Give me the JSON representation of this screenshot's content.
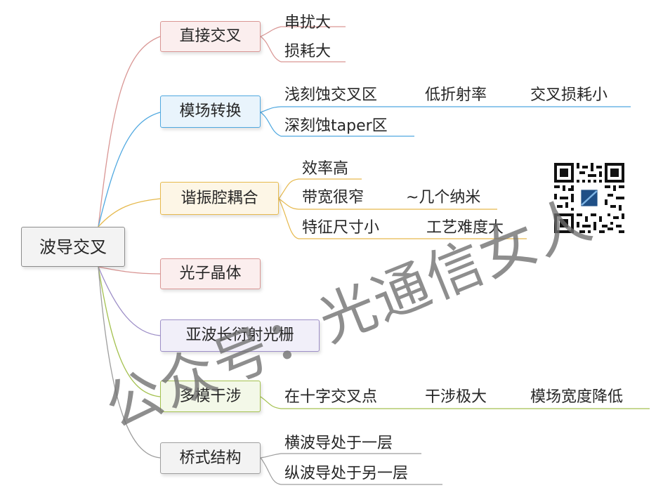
{
  "root": {
    "label": "波导交叉"
  },
  "branches": [
    {
      "label": "直接交叉",
      "color": "#d99694",
      "leaves": [
        "串扰大",
        "损耗大"
      ]
    },
    {
      "label": "模场转换",
      "color": "#4fa8e0",
      "leaves": [
        "浅刻蚀交叉区",
        "低折射率",
        "交叉损耗小",
        "深刻蚀taper区"
      ]
    },
    {
      "label": "谐振腔耦合",
      "color": "#e6b94d",
      "leaves": [
        "效率高",
        "带宽很窄",
        "~几个纳米",
        "特征尺寸小",
        "工艺难度大"
      ]
    },
    {
      "label": "光子晶体",
      "color": "#d99694",
      "leaves": []
    },
    {
      "label": "亚波长衍射光栅",
      "color": "#9d8ec7",
      "leaves": []
    },
    {
      "label": "多模干涉",
      "color": "#a4c14f",
      "leaves": [
        "在十字交叉点",
        "干涉极大",
        "模场宽度降低"
      ]
    },
    {
      "label": "桥式结构",
      "color": "#9e9e9e",
      "leaves": [
        "横波导处于一层",
        "纵波导处于另一层"
      ]
    }
  ],
  "watermark": "公众号：光通信女人",
  "qr_icon": "qr-code-icon"
}
